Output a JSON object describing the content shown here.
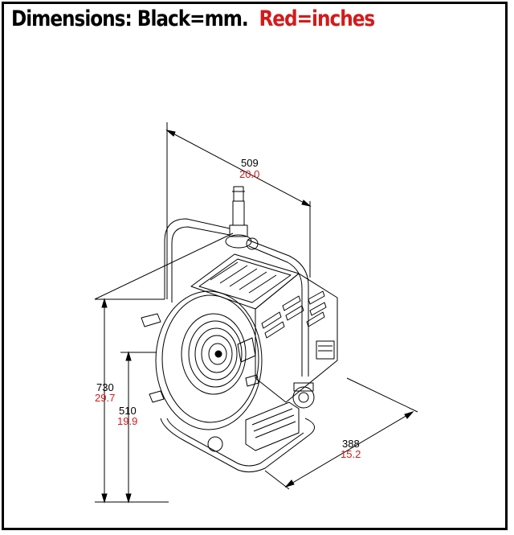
{
  "title": {
    "black_part": "Dimensions: Black=mm.",
    "red_part": "Red=inches"
  },
  "colors": {
    "mm": "#000000",
    "inches": "#d41a1a",
    "frame": "#000000"
  },
  "dimensions": {
    "width": {
      "mm": "509",
      "inches": "20.0"
    },
    "height_overall": {
      "mm": "730",
      "inches": "29.7"
    },
    "height_body": {
      "mm": "510",
      "inches": "19.9"
    },
    "depth": {
      "mm": "388",
      "inches": "15.2"
    }
  }
}
